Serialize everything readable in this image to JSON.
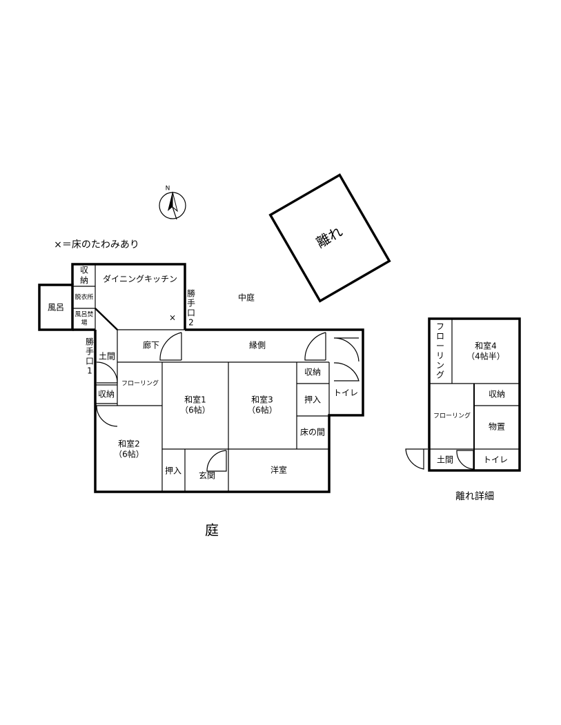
{
  "legend": "×＝床のたわみあり",
  "mark": "×",
  "compass": {
    "north": "N"
  },
  "outer_labels": {
    "courtyard": "中庭",
    "garden": "庭",
    "annex_detail_title": "離れ詳細",
    "annex": "離れ"
  },
  "main_rooms": {
    "storage_top": [
      "収",
      "納"
    ],
    "dressing": "脱衣所",
    "bath_boiler": [
      "風呂焚",
      "場"
    ],
    "bath": "風呂",
    "dining_kitchen": "ダイニングキッチン",
    "back_door_2": [
      "勝",
      "手",
      "口",
      "2"
    ],
    "back_door_1": [
      "勝",
      "手",
      "口",
      "1"
    ],
    "doma": "土間",
    "corridor": "廊下",
    "engawa": "縁側",
    "flooring": "フローリング",
    "storage_small": "収納",
    "washitsu1": [
      "和室1",
      "（6帖）"
    ],
    "washitsu3": [
      "和室3",
      "（6帖）"
    ],
    "washitsu2": [
      "和室2",
      "（6帖）"
    ],
    "storage_right": "収納",
    "closet_right": "押入",
    "tokonoma": "床の間",
    "toilet": "トイレ",
    "closet_bottom": "押入",
    "entrance": "玄関",
    "western_room": "洋室"
  },
  "annex_rooms": {
    "flooring_vertical": [
      "フ",
      "ロ",
      "ー",
      "リ",
      "ン",
      "グ"
    ],
    "washitsu4": [
      "和室4",
      "（4帖半）"
    ],
    "storage": "収納",
    "flooring": "フローリング",
    "shed": "物置",
    "doma": "土間",
    "toilet": "トイレ"
  }
}
